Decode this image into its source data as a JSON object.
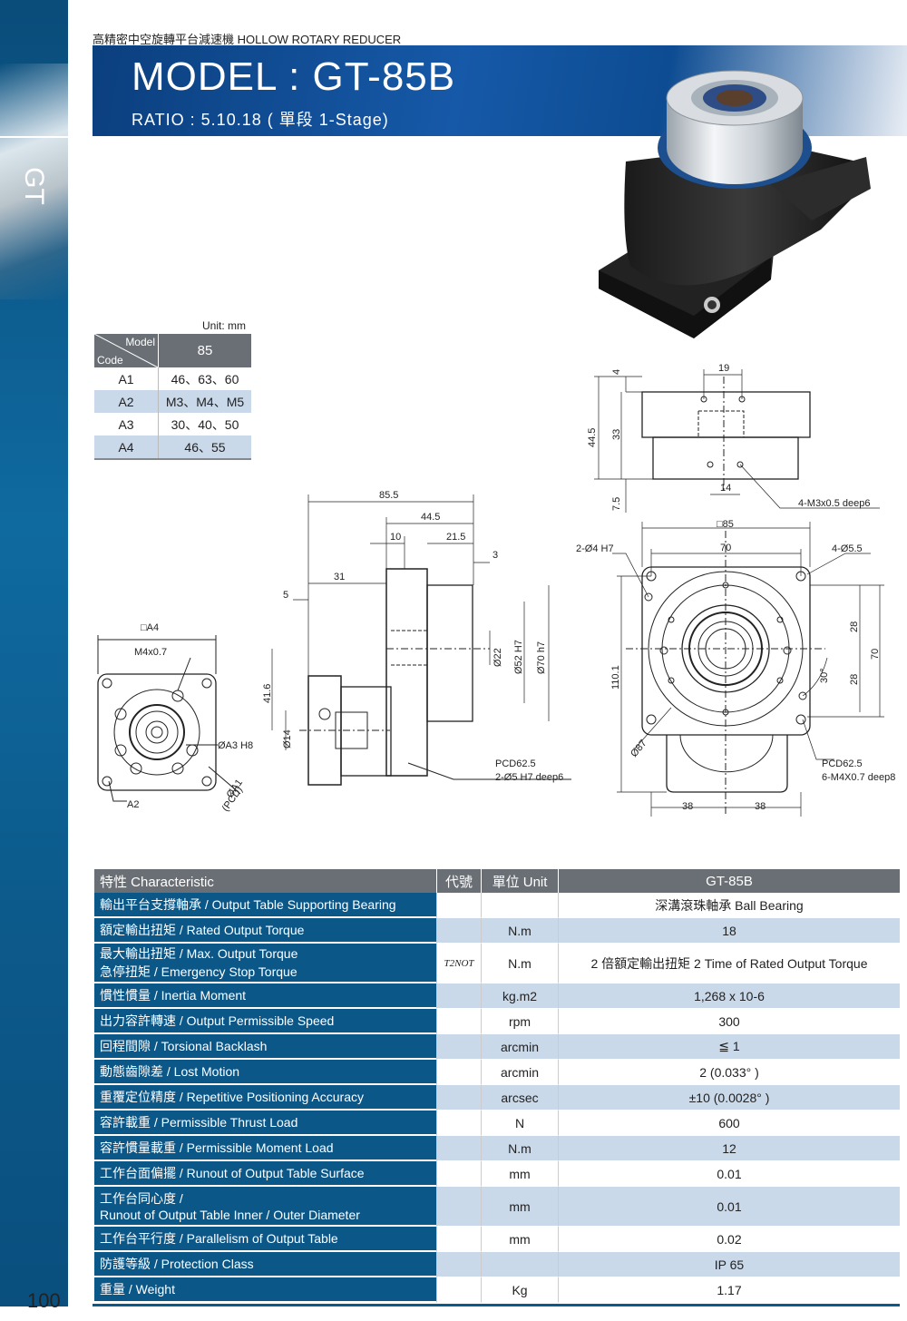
{
  "side_label": "GT",
  "page_number": "100",
  "header": {
    "supertitle": "高精密中空旋轉平台減速機  HOLLOW ROTARY REDUCER",
    "model_title": "MODEL : GT-85B",
    "ratio": "RATIO : 5.10.18 ( 單段 1-Stage)"
  },
  "code_table": {
    "unit": "Unit: mm",
    "corner_model": "Model",
    "corner_code": "Code",
    "model": "85",
    "rows": [
      {
        "code": "A1",
        "value": "46、63、60"
      },
      {
        "code": "A2",
        "value": "M3、M4、M5"
      },
      {
        "code": "A3",
        "value": "30、40、50"
      },
      {
        "code": "A4",
        "value": "46、55"
      }
    ]
  },
  "drawing": {
    "front": {
      "a4": "□A4",
      "m4": "M4x0.7",
      "a3": "ØA3 H8",
      "a1": "ØA1",
      "pcd": "(PCD)",
      "a2": "A2"
    },
    "side": {
      "d85_5": "85.5",
      "d44_5": "44.5",
      "d10": "10",
      "d21_5": "21.5",
      "d3": "3",
      "d31": "31",
      "d5": "5",
      "d41_6": "41.6",
      "d14": "Ø14",
      "d22": "Ø22",
      "d52": "Ø52 H7",
      "d70": "Ø70 h7",
      "pcd_note_1": "PCD62.5",
      "pcd_note_2": "2-Ø5 H7  deep6"
    },
    "top": {
      "d19": "19",
      "d4": "4",
      "d33": "33",
      "d44_5": "44.5",
      "d14": "14",
      "d7_5": "7.5",
      "m3": "4-M3x0.5 deep6"
    },
    "plan": {
      "sq85": "□85",
      "d70": "70",
      "h4": "2-Ø4 H7",
      "h5_5": "4-Ø5.5",
      "d28a": "28",
      "d28b": "28",
      "d70v": "70",
      "d30": "30°",
      "d110_1": "110.1",
      "d87": "Ø87",
      "d38a": "38",
      "d38b": "38",
      "pcd_note_1": "PCD62.5",
      "pcd_note_2": "6-M4X0.7 deep8"
    }
  },
  "spec_table": {
    "headers": {
      "name": "特性 Characteristic",
      "symbol": "代號",
      "unit": "單位 Unit",
      "value": "GT-85B"
    },
    "rows": [
      {
        "name": "輸出平台支撐軸承 / Output Table Supporting Bearing",
        "symbol": "",
        "unit": "",
        "value": "深溝滾珠軸承 Ball Bearing"
      },
      {
        "name": "額定輸出扭矩 / Rated Output Torque",
        "symbol": "",
        "unit": "N.m",
        "value": "18"
      },
      {
        "name": "最大輸出扭矩 / Max. Output Torque",
        "name2": "急停扭矩 / Emergency Stop Torque",
        "symbol": "T2NOT",
        "unit": "N.m",
        "value": "2 倍額定輸出扭矩 2 Time of Rated Output Torque"
      },
      {
        "name": "慣性慣量 / Inertia Moment",
        "symbol": "",
        "unit": "kg.m2",
        "value": "1,268 x 10-6"
      },
      {
        "name": "出力容許轉速 / Output Permissible Speed",
        "symbol": "",
        "unit": "rpm",
        "value": "300"
      },
      {
        "name": "回程間隙 / Torsional Backlash",
        "symbol": "",
        "unit": "arcmin",
        "value": "≦ 1"
      },
      {
        "name": "動態齒隙差 / Lost Motion",
        "symbol": "",
        "unit": "arcmin",
        "value": "2 (0.033° )"
      },
      {
        "name": "重覆定位精度 / Repetitive Positioning Accuracy",
        "symbol": "",
        "unit": "arcsec",
        "value": "±10 (0.0028° )"
      },
      {
        "name": "容許載重 / Permissible Thrust Load",
        "symbol": "",
        "unit": "N",
        "value": "600"
      },
      {
        "name": "容許慣量載重 / Permissible Moment Load",
        "symbol": "",
        "unit": "N.m",
        "value": "12"
      },
      {
        "name": "工作台面偏擺 / Runout of Output Table Surface",
        "symbol": "",
        "unit": "mm",
        "value": "0.01"
      },
      {
        "name": "工作台同心度 /",
        "name2": "Runout of Output Table Inner / Outer Diameter",
        "symbol": "",
        "unit": "mm",
        "value": "0.01"
      },
      {
        "name": "工作台平行度 / Parallelism of Output Table",
        "symbol": "",
        "unit": "mm",
        "value": "0.02"
      },
      {
        "name": "防護等級 / Protection Class",
        "symbol": "",
        "unit": "",
        "value": "IP 65"
      },
      {
        "name": "重量 / Weight",
        "symbol": "",
        "unit": "Kg",
        "value": "1.17"
      }
    ]
  }
}
